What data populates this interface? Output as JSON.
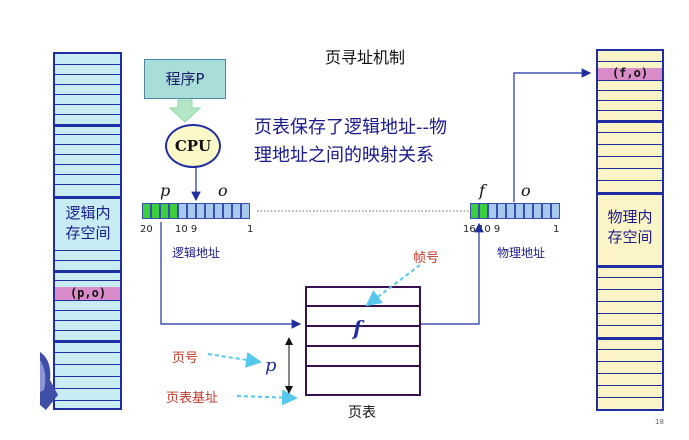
{
  "title": "页寻址机制",
  "program_label": "程序P",
  "cpu_label": "CPU",
  "description": "页表保存了逻辑地址--物理地址之间的映射关系",
  "logical_memory": {
    "label": "逻辑内存空间",
    "entry": "(p,o)"
  },
  "physical_memory": {
    "label": "物理内存空间",
    "entry": "(f,o)"
  },
  "logical_address": {
    "p": "p",
    "o": "o",
    "bit_high": "20",
    "bit_mid": "10 9",
    "bit_low": "1",
    "caption": "逻辑地址"
  },
  "physical_address": {
    "f": "f",
    "o": "o",
    "bit_high": "16",
    "bit_mid": "10 9",
    "bit_low": "1",
    "caption": "物理地址"
  },
  "frame_number": "帧号",
  "page_table": {
    "f": "f",
    "p": "p",
    "caption": "页表"
  },
  "page_number": "页号",
  "page_table_base": "页表基址",
  "slide_number": "18",
  "colors": {
    "blue": "#1f2fa0",
    "green": "#3ccf3c",
    "cell_blue": "#a7c9ee",
    "highlight": "#d98cc8",
    "red": "#c0392b"
  }
}
